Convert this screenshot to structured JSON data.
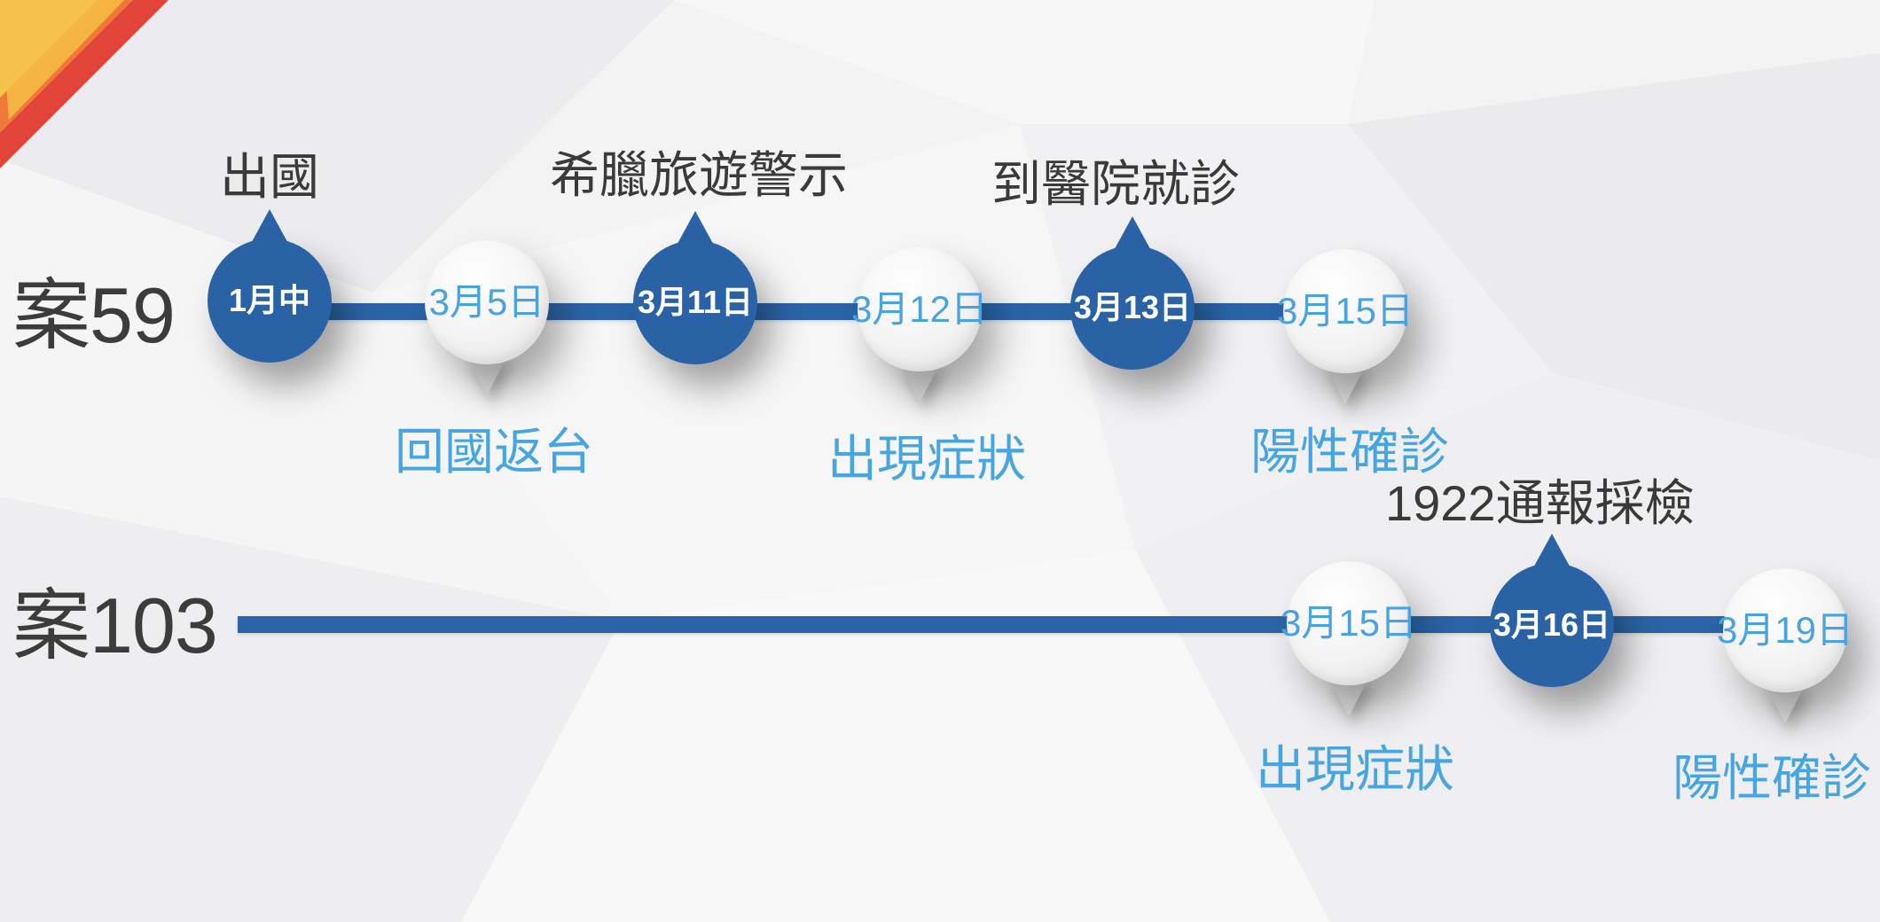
{
  "cases": [
    {
      "label": "案59",
      "events": [
        {
          "date": "1月中",
          "label": "出國",
          "style": "filled",
          "label_position": "above"
        },
        {
          "date": "3月5日",
          "label": "回國返台",
          "style": "outline",
          "label_position": "below"
        },
        {
          "date": "3月11日",
          "label": "希臘旅遊警示",
          "style": "filled",
          "label_position": "above"
        },
        {
          "date": "3月12日",
          "label": "出現症狀",
          "style": "outline",
          "label_position": "below"
        },
        {
          "date": "3月13日",
          "label": "到醫院就診",
          "style": "filled",
          "label_position": "above"
        },
        {
          "date": "3月15日",
          "label": "陽性確診",
          "style": "outline",
          "label_position": "below"
        }
      ]
    },
    {
      "label": "案103",
      "events": [
        {
          "date": "3月15日",
          "label": "出現症狀",
          "style": "outline",
          "label_position": "below"
        },
        {
          "date": "3月16日",
          "label": "1922通報採檢",
          "style": "filled",
          "label_position": "above"
        },
        {
          "date": "3月19日",
          "label": "陽性確診",
          "style": "outline",
          "label_position": "below"
        }
      ]
    }
  ],
  "colors": {
    "timeline": "#2b65a7",
    "filled_marker": "#2a63a5",
    "outline_label": "#47a6e2",
    "above_label": "#3a3a3a",
    "case_label": "#3c3c3c",
    "accent_orange": "#f0793a",
    "accent_yellow": "#f5c24c",
    "accent_red": "#e2443a"
  }
}
